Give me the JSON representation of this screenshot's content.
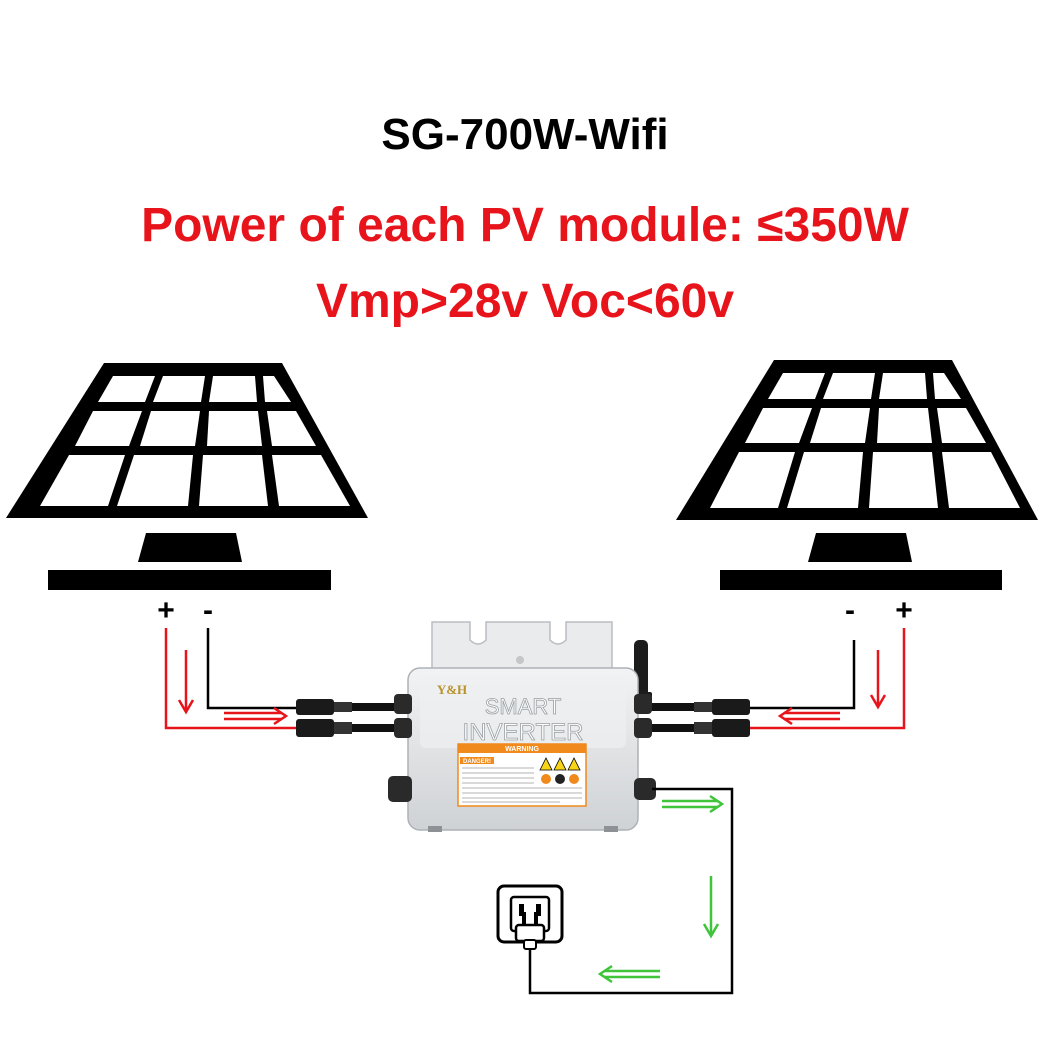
{
  "title": "SG-700W-Wifi",
  "spec_power": "Power of each PV module: ≤350W",
  "spec_voltage": "Vmp>28v Voc<60v",
  "terminals": {
    "plus": "+",
    "minus": "-"
  },
  "inverter": {
    "brand": "Y&H",
    "line1": "SMART",
    "line2": "INVERTER",
    "warning_header": "WARNING",
    "danger_label": "DANGER!"
  },
  "colors": {
    "spec_text": "#e8141b",
    "dc_positive_wire": "#e8141b",
    "dc_negative_wire": "#000000",
    "ac_wire": "#000000",
    "dc_flow_arrow": "#e8141b",
    "ac_flow_arrow": "#3fc43a",
    "inverter_body": "#e4e6e8",
    "warning_label": "#f08a1c"
  },
  "icons": [
    "solar-panel-icon",
    "inverter-icon",
    "antenna-icon",
    "wall-socket-icon",
    "plug-icon",
    "flow-arrow-icon"
  ]
}
